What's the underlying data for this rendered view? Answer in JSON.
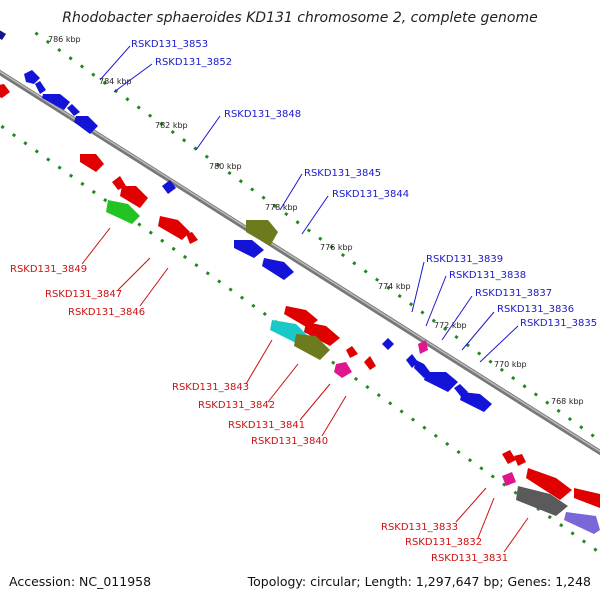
{
  "title": "Rhodobacter sphaeroides KD131 chromosome 2, complete genome",
  "footer": {
    "accession": "Accession: NC_011958",
    "summary": "Topology: circular; Length: 1,297,647 bp; Genes: 1,248"
  },
  "colors": {
    "blue_gene": "#1414d8",
    "red_gene": "#e00000",
    "olive_gene": "#6e7a1e",
    "green_gene": "#22c322",
    "cyan_gene": "#19c8c8",
    "magenta_gene": "#e0168c",
    "grey_gene": "#5a5a5a",
    "purple_gene": "#7b68d8",
    "label_blue": "#1a1acc",
    "label_red": "#cc1111",
    "backbone": "#888888",
    "dotted_track": "#228822"
  },
  "scale_ticks": [
    "786 kbp",
    "784 kbp",
    "782 kbp",
    "780 kbp",
    "778 kbp",
    "776 kbp",
    "774 kbp",
    "772 kbp",
    "770 kbp",
    "768 kbp"
  ],
  "upper_labels": [
    "RSKD131_3853",
    "RSKD131_3852",
    "RSKD131_3848",
    "RSKD131_3845",
    "RSKD131_3844",
    "RSKD131_3839",
    "RSKD131_3838",
    "RSKD131_3837",
    "RSKD131_3836",
    "RSKD131_3835"
  ],
  "lower_labels": [
    "RSKD131_3849",
    "RSKD131_3847",
    "RSKD131_3846",
    "RSKD131_3843",
    "RSKD131_3842",
    "RSKD131_3841",
    "RSKD131_3840",
    "RSKD131_3833",
    "RSKD131_3832",
    "RSKD131_3831"
  ]
}
